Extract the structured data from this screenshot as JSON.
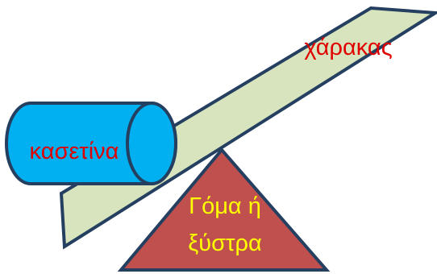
{
  "diagram": {
    "ruler": {
      "label": "χάρακας",
      "fill": "#d7e4bd",
      "stroke": "#243f60",
      "label_color": "#e00000"
    },
    "pencil_case": {
      "label": "κασετίνα",
      "fill": "#00b0f0",
      "stroke": "#243f60",
      "label_color": "#e00000"
    },
    "fulcrum": {
      "label_line1": "Γόμα ή",
      "label_line2": "ξύστρα",
      "fill": "#c0504d",
      "stroke": "#243f60",
      "label_color": "#ffff00"
    }
  }
}
